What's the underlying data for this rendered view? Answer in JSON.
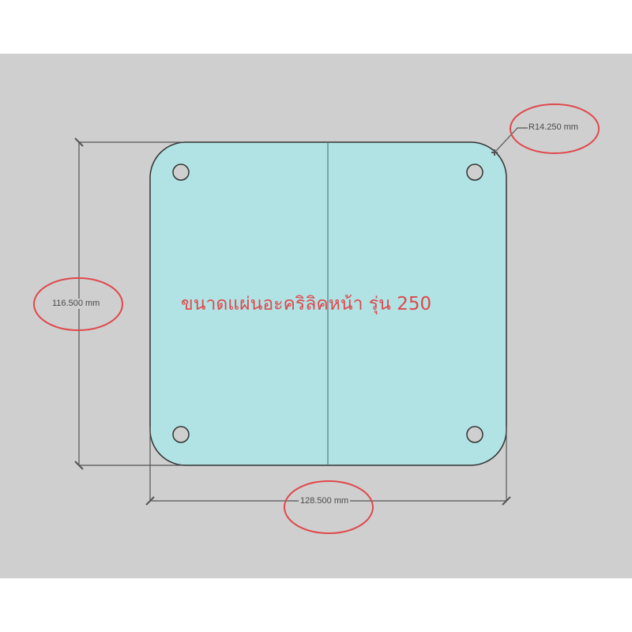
{
  "drawing": {
    "title": "ขนาดแผ่นอะคริลิคหน้า รุ่น 250",
    "dimensions": {
      "height": "116.500 mm",
      "width": "128.500 mm",
      "corner_radius": "R14.250 mm"
    },
    "holes": 4,
    "colors": {
      "background": "#cfcfcf",
      "plate_fill": "#b1e3e4",
      "outline": "#333333",
      "dimension_line": "#555555",
      "highlight": "#e0474c",
      "title": "#e0474c"
    }
  }
}
